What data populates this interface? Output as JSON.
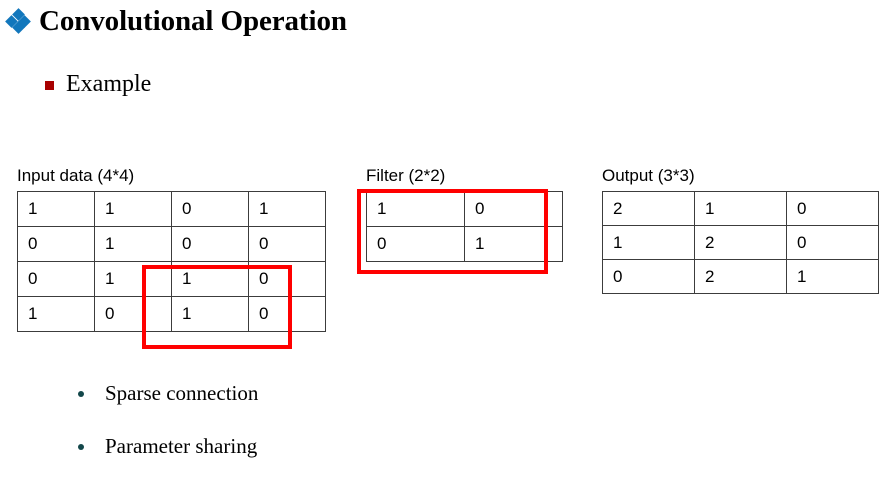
{
  "slide": {
    "title": "Convolutional Operation",
    "title_bullet_icon": "diamond-cluster-bullet",
    "subtitle": "Example",
    "subtitle_bullet_icon": "square-bullet",
    "accent_colors": {
      "title_bullet_blue": "#1277BC",
      "subtitle_bullet_red": "#A80000",
      "note_bullet_teal": "#13474A",
      "highlight_red": "#FF0000",
      "grid_line": "#3C3C3C"
    }
  },
  "matrices": {
    "input": {
      "caption": "Input data (4*4)",
      "rows": [
        [
          "1",
          "1",
          "0",
          "1"
        ],
        [
          "0",
          "1",
          "0",
          "0"
        ],
        [
          "0",
          "1",
          "1",
          "0"
        ],
        [
          "1",
          "0",
          "1",
          "0"
        ]
      ],
      "highlight_region": "bottom-right 2x2"
    },
    "filter": {
      "caption": "Filter (2*2)",
      "rows": [
        [
          "1",
          "0"
        ],
        [
          "0",
          "1"
        ]
      ],
      "highlight_region": "entire filter"
    },
    "output": {
      "caption": "Output (3*3)",
      "rows": [
        [
          "2",
          "1",
          "0"
        ],
        [
          "1",
          "2",
          "0"
        ],
        [
          "0",
          "2",
          "1"
        ]
      ]
    }
  },
  "notes": [
    {
      "text": "Sparse connection"
    },
    {
      "text": "Parameter sharing"
    }
  ]
}
